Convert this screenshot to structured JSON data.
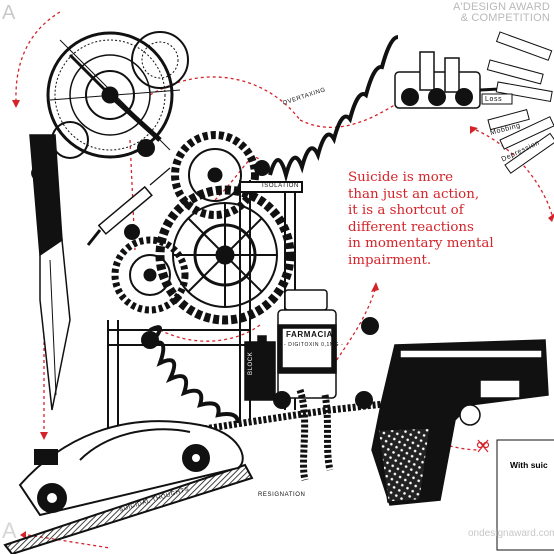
{
  "brand": {
    "award_line1": "A'DESIGN AWARD",
    "award_line2": "& COMPETITION",
    "logo_letter": "A",
    "watermark": "ondesignaward.com"
  },
  "quote": {
    "lines": [
      "Suicide is more",
      "than just an action,",
      "it is a shortcut of",
      "different reactions",
      "in momentary mental",
      "impairment."
    ]
  },
  "labels": {
    "overtaxing": "OVERTAXING",
    "isolation": "ISOLATION",
    "suicidal_decision": "SUICIDAL DECISION",
    "suicidal_thoughts": "SUICIDAL THOUGHTS",
    "resignation": "RESIGNATION",
    "loss": "Loss",
    "mobbing": "Mobbing",
    "depression": "Depression",
    "pharmacy": "FARMACIA",
    "pharmacy_sub": "- DIGITOXIN 0,1MG -",
    "battery": "BLOCK"
  },
  "panel": {
    "text": "With suic"
  },
  "colors": {
    "accent": "#d4242a",
    "ink": "#111111",
    "paper": "#ffffff"
  }
}
